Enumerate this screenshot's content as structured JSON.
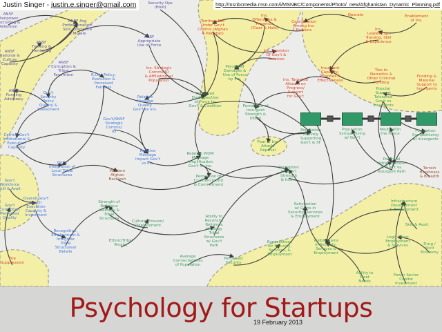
{
  "header": {
    "author": "Justin Singer - ",
    "email": "justin.e.singer@gmail.com",
    "source_url": "http://msnbcmedia.msn.com/i/MSNBC/Components/Photo/_new/Afghanistan_Dynamic_Planning.pdf"
  },
  "slide": {
    "title": "Psychology for Startups",
    "date": "19 February 2013"
  },
  "colors": {
    "insurgent": "#e2452c",
    "government": "#3f78d8",
    "ansf": "#5c54a8",
    "population": "#3f9c60",
    "coalition": "#9a5236",
    "region": "#f3efa6",
    "stock": "#2f9a68",
    "title": "#a11a1a"
  },
  "diagram": {
    "nodes": [
      {
        "id": "secops",
        "text": "Security Ops\n(Hold)",
        "color": "purple"
      },
      {
        "id": "ansf_man",
        "text": "ANSF\nManpower\nRecruiting &\nRetention",
        "color": "purple"
      },
      {
        "id": "ansf_prof",
        "text": "ANSF Avg\nProfessionalism\nSkill, Discipline\n& Morale",
        "color": "purple"
      },
      {
        "id": "ansf_train",
        "text": "ANSF\nTraining &\nMentoring",
        "color": "purple"
      },
      {
        "id": "ansf_nat",
        "text": "ANSF\nNational &\nCulture\nCapacity",
        "color": "purple"
      },
      {
        "id": "ansf_force",
        "text": "ANSF\nAppropriate\nUse of Force",
        "color": "purple"
      },
      {
        "id": "ansf_corr",
        "text": "ANSF\nCorruption &\nTribal\nFavoritism",
        "color": "purple"
      },
      {
        "id": "rol",
        "text": "R.O.L. Policy,\nExecution &\nPerceived\nFairness",
        "color": "blue"
      },
      {
        "id": "ansf_fund",
        "text": "ANSF\nFunding\nAdequacy",
        "color": "purple"
      },
      {
        "id": "gov_sec",
        "text": "Gov't\nSecurity\nPolicy\nQuality &\nInvestment",
        "color": "blue"
      },
      {
        "id": "ins_comm",
        "text": "Ins. Strategic\nComms/IO\n& Affiliation w/\nPopulation",
        "color": "red"
      },
      {
        "id": "rel_msg_q",
        "text": "Relative\nMessage\nQuality\nGov't vs Ins.",
        "color": "blue"
      },
      {
        "id": "gov_comm",
        "text": "Gov't/SNSF\nStrategic\nComms/\nIO",
        "color": "blue"
      },
      {
        "id": "central",
        "text": "Central Gov't\nInstitutional &\nExecution\nCapacity",
        "color": "blue"
      },
      {
        "id": "rel_msg_i",
        "text": "Relative\nMessage\nImpact Gov't\nvs Ins.",
        "color": "blue"
      },
      {
        "id": "gov_integ",
        "text": "Gov't\nIntegration of\nLocal Tribal\nStructures",
        "color": "blue"
      },
      {
        "id": "gov_work",
        "text": "Gov't\nWorkforce\nSkill & Avail.",
        "color": "blue"
      },
      {
        "id": "backlash",
        "text": "Western\nAfghan\nBacklash",
        "color": "brown"
      },
      {
        "id": "wom",
        "text": "Relative WOM\nMessage\nAmplification\nGov't vs Ins.",
        "color": "green"
      },
      {
        "id": "perc_dmg_gov",
        "text": "Perceived\nDamages/Use\nof Force by\nGov't & Coalition",
        "color": "green"
      },
      {
        "id": "perc_dmg_ins",
        "text": "Perceived\nDamages &\nUse of Force\nby Ins.",
        "color": "green"
      },
      {
        "id": "territory",
        "text": "Territory Not\nUnder Gov't\nControl (Afghan\n& Pakistan)",
        "color": "red"
      },
      {
        "id": "ins_off",
        "text": "Ins.\nOffensives &\nPresence\n(Clear & Hold)",
        "color": "red"
      },
      {
        "id": "ins_prov",
        "text": "Ins. Provision\nOf Gov't &\nServices",
        "color": "red"
      },
      {
        "id": "ins_attack",
        "text": "Ins. Targeted\nAttacks on\nProgress/\nSupport\nfor Gov't",
        "color": "red"
      },
      {
        "id": "perc_ins",
        "text": "Perception of\nInsurgent\nStrength &\nIntent",
        "color": "green"
      },
      {
        "id": "coord",
        "text": "Coordination\nAmong Ins.\nFactions",
        "color": "red"
      },
      {
        "id": "operate",
        "text": "Operate",
        "color": "red"
      },
      {
        "id": "enable",
        "text": "Enablement\nof Ins.",
        "color": "red"
      },
      {
        "id": "ins_cap",
        "text": "Insurgent\nCapacity,\nPriorities &\nEffectiveness",
        "color": "red"
      },
      {
        "id": "ins_lead",
        "text": "Ins.\nLeadership,\nTraining, Skill\n& Experience",
        "color": "red"
      },
      {
        "id": "narco",
        "text": "Ties to\nNarcotics &\nOther Criminal\nFunding",
        "color": "red"
      },
      {
        "id": "funding",
        "text": "Funding &\nMaterial\nSupport to\nInsurgents",
        "color": "red"
      },
      {
        "id": "tolerance",
        "text": "Popular\nSupport\nTolerance\nGov't vs\nInsurgents",
        "color": "green"
      },
      {
        "id": "pop_active",
        "text": "Population\nActively\nSupporting\nGov't & SF",
        "color": "green"
      },
      {
        "id": "pop_symp_gov",
        "text": "Population\nSympathizing\nw/ Gov't",
        "color": "green"
      },
      {
        "id": "neutral",
        "text": "Neutral/On\nthe Fence",
        "color": "green"
      },
      {
        "id": "pop_symp_ins",
        "text": "Population\nSympathizing\nw/ Insurgents",
        "color": "green"
      },
      {
        "id": "attract",
        "text": "Potential\nAttractiveness\nof Gov't vs.\nInsurgent Path",
        "color": "green"
      },
      {
        "id": "terrain",
        "text": "Terrain\nHarshness\n& Breadth",
        "color": "brown"
      },
      {
        "id": "fear",
        "text": "Fear of Ins.\nAttack/\nReprisal",
        "color": "green"
      },
      {
        "id": "perc_coal",
        "text": "Perception of\nCoalition Intent\n& Commitment",
        "color": "green"
      },
      {
        "id": "perc_gov",
        "text": "Perception\nOf Gov't\nStrength\n& Intent",
        "color": "green"
      },
      {
        "id": "religion",
        "text": "Strength of\nReligious\nIdeology &\nTribal\nStructures",
        "color": "green"
      },
      {
        "id": "culture",
        "text": "Cultural Erosion/\nDisplacement",
        "color": "green"
      },
      {
        "id": "ethnic",
        "text": "Ethnic/Tribal\nRivalry",
        "color": "green"
      },
      {
        "id": "reconcile",
        "text": "Ability to\nReconcile\nReligious\nIdeology\nTribal\nStructures\nw/ Gov't\nPath",
        "color": "green"
      },
      {
        "id": "satisf",
        "text": "Satisfaction\nw/ Gains in\nSecurity, Services\n& Employment",
        "color": "green"
      },
      {
        "id": "visible",
        "text": "Visible Gains\nin Security,\nServices &\nEmployment",
        "color": "green"
      },
      {
        "id": "expect",
        "text": "Expectations\nfor Security,\nServices, &\nEmployment",
        "color": "green"
      },
      {
        "id": "connect",
        "text": "Average\nConnectedness\nof Population",
        "color": "green"
      },
      {
        "id": "perc_sec",
        "text": "Perceived\nSecurity",
        "color": "green"
      },
      {
        "id": "recog",
        "text": "Recognition,\nEmployment &\nIntegrate\nTribal\nStructures/\nBeliefs",
        "color": "blue"
      },
      {
        "id": "reach",
        "text": "Overall Gov't\nReach\nExecution\nCapacity &\nInvestment",
        "color": "blue"
      },
      {
        "id": "gov_corr",
        "text": "Gov't\nCorruption\nPerceived\nQuality",
        "color": "blue"
      },
      {
        "id": "fire",
        "text": "Fire\nSuppression",
        "color": "red"
      },
      {
        "id": "infra",
        "text": "Infrastructure\nDevelopment\n& Employment",
        "color": "green"
      },
      {
        "id": "legit",
        "text": "Legit Other\nEmployment\n& Services",
        "color": "green"
      },
      {
        "id": "drug",
        "text": "Drug /\nIllicit\nEconomy",
        "color": "green"
      },
      {
        "id": "meet",
        "text": "Ability to\nMeet\nNeeds",
        "color": "green"
      },
      {
        "id": "power",
        "text": "Power Sector\nCapital Investment",
        "color": "green"
      },
      {
        "id": "skill",
        "text": "Skill & Avail.",
        "color": "green"
      }
    ],
    "edges": [
      [
        "ansf_man",
        "ansf_prof"
      ],
      [
        "ansf_train",
        "ansf_prof"
      ],
      [
        "ansf_prof",
        "ansf_force"
      ],
      [
        "ansf_force",
        "perc_dmg_gov"
      ],
      [
        "ansf_corr",
        "rol"
      ],
      [
        "rol",
        "perc_dmg_gov"
      ],
      [
        "ansf_fund",
        "ansf_train"
      ],
      [
        "gov_sec",
        "ansf_fund"
      ],
      [
        "ins_comm",
        "rel_msg_q"
      ],
      [
        "rel_msg_q",
        "rel_msg_i"
      ],
      [
        "gov_comm",
        "rel_msg_i"
      ],
      [
        "rel_msg_i",
        "wom"
      ],
      [
        "wom",
        "perc_coal"
      ],
      [
        "central",
        "gov_integ"
      ],
      [
        "gov_integ",
        "backlash"
      ],
      [
        "backlash",
        "perc_coal"
      ],
      [
        "territory",
        "perc_dmg_gov"
      ],
      [
        "ins_off",
        "territory"
      ],
      [
        "ins_off",
        "perc_dmg_ins"
      ],
      [
        "ins_prov",
        "perc_dmg_ins"
      ],
      [
        "perc_dmg_ins",
        "perc_ins"
      ],
      [
        "ins_attack",
        "perc_ins"
      ],
      [
        "coord",
        "ins_off"
      ],
      [
        "operate",
        "coord"
      ],
      [
        "enable",
        "ins_lead"
      ],
      [
        "ins_lead",
        "ins_cap"
      ],
      [
        "narco",
        "ins_cap"
      ],
      [
        "ins_cap",
        "ins_attack"
      ],
      [
        "funding",
        "tolerance"
      ],
      [
        "tolerance",
        "pop_symp_ins"
      ],
      [
        "perc_dmg_gov",
        "pop_active"
      ],
      [
        "perc_ins",
        "pop_active"
      ],
      [
        "attract",
        "pop_symp_gov"
      ],
      [
        "attract",
        "neutral"
      ],
      [
        "attract",
        "pop_symp_ins"
      ],
      [
        "terrain",
        "attract"
      ],
      [
        "fear",
        "pop_active"
      ],
      [
        "perc_gov",
        "attract"
      ],
      [
        "perc_coal",
        "perc_gov"
      ],
      [
        "religion",
        "reconcile"
      ],
      [
        "culture",
        "religion"
      ],
      [
        "ethnic",
        "culture"
      ],
      [
        "reconcile",
        "perc_gov"
      ],
      [
        "satisf",
        "perc_gov"
      ],
      [
        "visible",
        "satisf"
      ],
      [
        "expect",
        "satisf"
      ],
      [
        "connect",
        "perc_sec"
      ],
      [
        "perc_sec",
        "expect"
      ],
      [
        "recog",
        "religion"
      ],
      [
        "reach",
        "recog"
      ],
      [
        "gov_corr",
        "reach"
      ],
      [
        "gov_work",
        "reach"
      ],
      [
        "fire",
        "gov_corr"
      ],
      [
        "infra",
        "visible"
      ],
      [
        "legit",
        "visible"
      ],
      [
        "drug",
        "legit"
      ],
      [
        "power",
        "infra"
      ],
      [
        "meet",
        "visible"
      ],
      [
        "secops",
        "perc_dmg_gov"
      ],
      [
        "ansf_nat",
        "ansf_prof"
      ],
      [
        "ins_comm",
        "perc_dmg_gov"
      ],
      [
        "gov_sec",
        "central"
      ],
      [
        "central",
        "rel_msg_i"
      ],
      [
        "territory",
        "ins_prov"
      ],
      [
        "perc_ins",
        "fear"
      ],
      [
        "wom",
        "perc_gov"
      ],
      [
        "rol",
        "gov_integ"
      ],
      [
        "ansf_corr",
        "gov_sec"
      ],
      [
        "skill",
        "infra"
      ],
      [
        "perc_dmg_gov",
        "wom"
      ],
      [
        "ins_attack",
        "visible"
      ],
      [
        "tolerance",
        "attract"
      ]
    ]
  }
}
